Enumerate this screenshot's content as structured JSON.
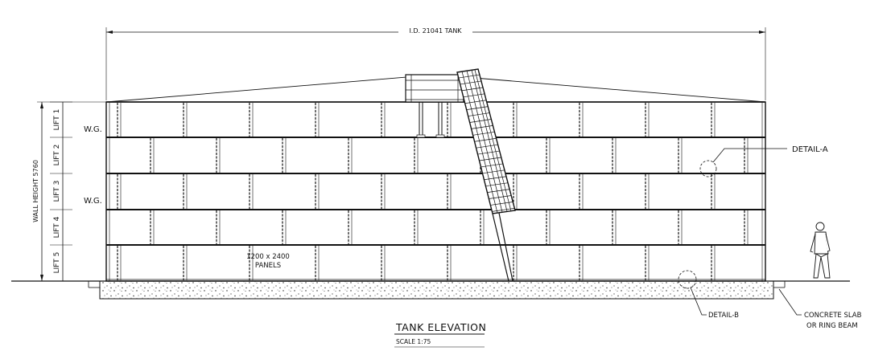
{
  "dimension": {
    "tank_id": "I.D. 21041 TANK",
    "wall_height": "WALL HEIGHT 5760"
  },
  "lifts": [
    "LIFT 1",
    "LIFT 2",
    "LIFT 3",
    "LIFT 4",
    "LIFT 5"
  ],
  "water_gauge_labels": [
    "W.G.",
    "W.G."
  ],
  "panel_note": {
    "line1": "1200 x 2400",
    "line2": "PANELS"
  },
  "details": {
    "a": "DETAIL-A",
    "b": "DETAIL-B"
  },
  "foundation_note": {
    "line1": "CONCRETE SLAB",
    "line2": "OR RING BEAM"
  },
  "title": {
    "main": "TANK ELEVATION",
    "scale": "SCALE 1:75"
  }
}
